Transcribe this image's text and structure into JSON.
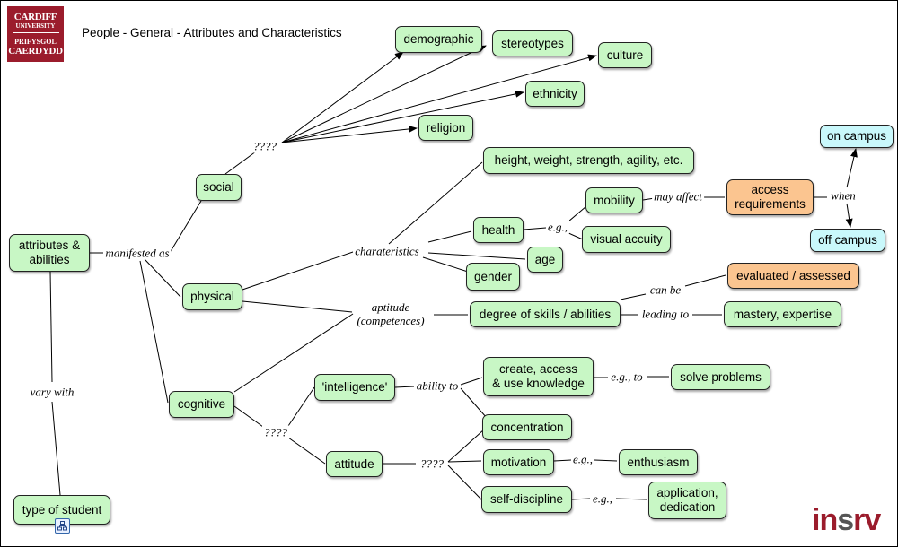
{
  "header": {
    "logo_line1": "CARDIFF",
    "logo_line2": "UNIVERSITY",
    "logo_line3": "PRIFYSGOL",
    "logo_line4": "CAERDYDD",
    "title": "People - General - Attributes and Characteristics"
  },
  "footer": {
    "brand_main": "in",
    "brand_accent": "s",
    "brand_end": "rv",
    "model_icon": "model-link-icon"
  },
  "colors": {
    "concept_fill": "#c8f7c5",
    "orange_fill": "#fbc590",
    "blue_fill": "#c9f8fb",
    "brand": "#9b1c2c"
  },
  "nodes": {
    "attributes": "attributes &\nabilities",
    "type_of_student": "type of student",
    "social": "social",
    "physical": "physical",
    "cognitive": "cognitive",
    "demographic": "demographic",
    "stereotypes": "stereotypes",
    "culture": "culture",
    "ethnicity": "ethnicity",
    "religion": "religion",
    "height": "height, weight, strength, agility, etc.",
    "health": "health",
    "mobility": "mobility",
    "visual": "visual accuity",
    "age": "age",
    "gender": "gender",
    "access": "access\nrequirements",
    "on_campus": "on campus",
    "off_campus": "off campus",
    "evaluated": "evaluated / assessed",
    "degree": "degree of skills / abilities",
    "mastery": "mastery, expertise",
    "intelligence": "'intelligence'",
    "create": "create, access\n& use knowledge",
    "solve": "solve problems",
    "concentration": "concentration",
    "attitude": "attitude",
    "motivation": "motivation",
    "enthusiasm": "enthusiasm",
    "self_discipline": "self-discipline",
    "application": "application,\ndedication"
  },
  "labels": {
    "manifested_as": "manifested as",
    "vary_with": "vary with",
    "social_q": "????",
    "charateristics": "charateristics",
    "eg_health": "e.g.,",
    "may_affect": "may affect",
    "when": "when",
    "aptitude": "aptitude\n(competences)",
    "can_be": "can be",
    "leading_to": "leading to",
    "cognitive_q": "????",
    "ability_to": "ability to",
    "eg_to": "e.g., to",
    "attitude_q": "????",
    "eg_motivation": "e.g.,",
    "eg_self": "e.g.,"
  }
}
